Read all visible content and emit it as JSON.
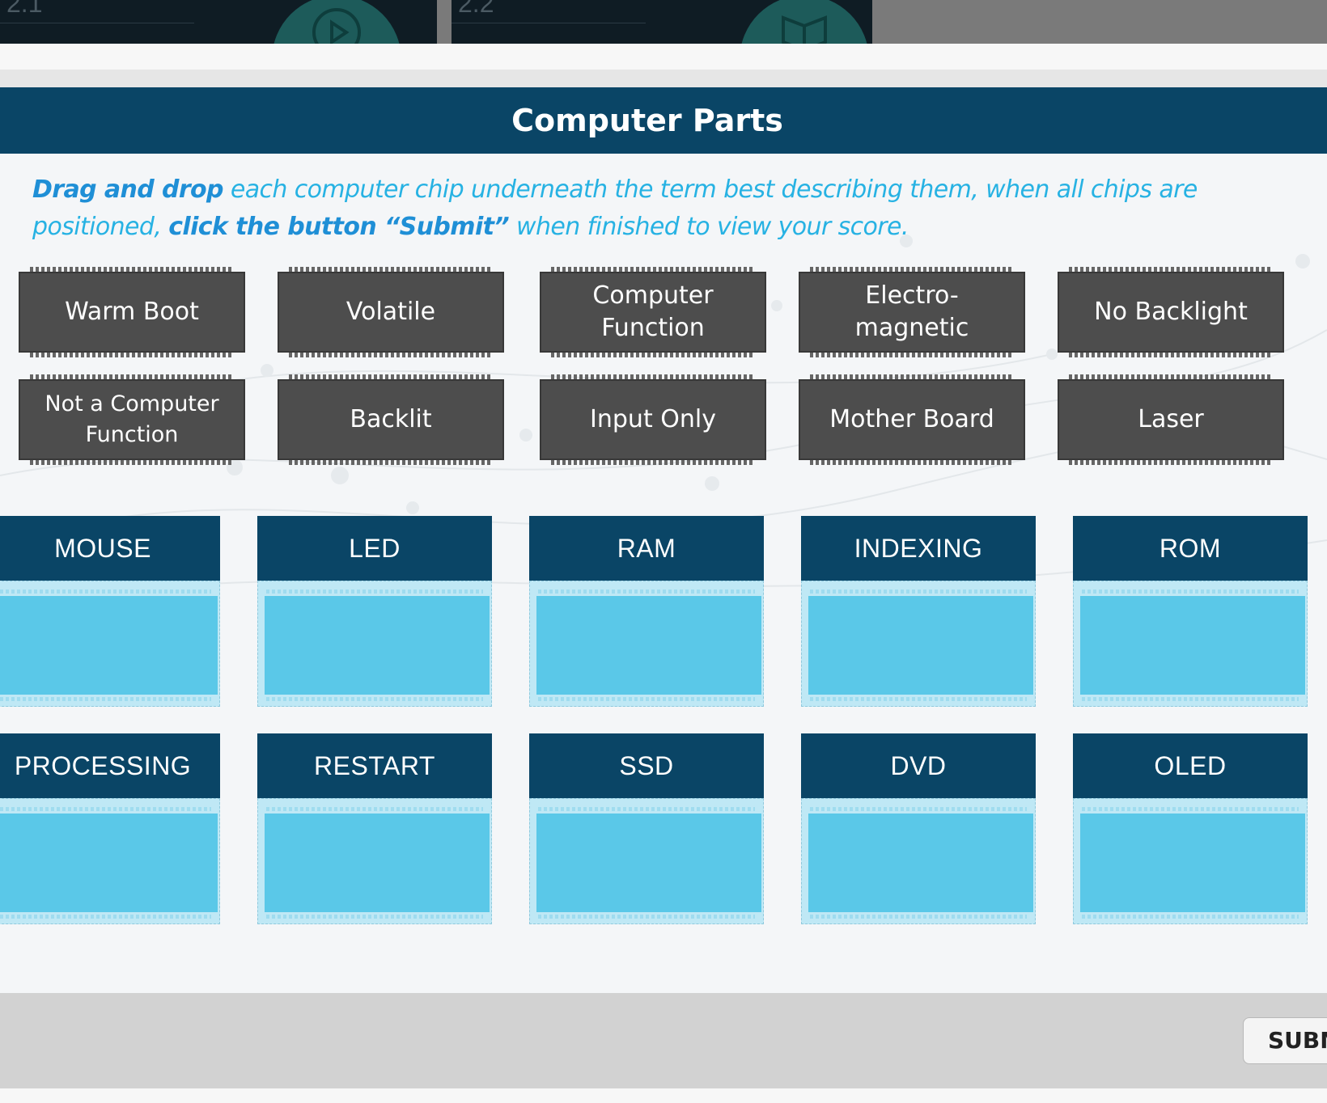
{
  "top_cards": [
    {
      "number": "2.1",
      "icon": "play-icon"
    },
    {
      "number": "2.2",
      "icon": "book-icon"
    }
  ],
  "activity": {
    "title": "Computer Parts",
    "instructions": {
      "part1": "Drag and drop",
      "part2": " each computer chip underneath the term best describing them,  when all chips are positioned, ",
      "part3": "click the button “Submit”",
      "part4": " when finished to view your score."
    }
  },
  "chips": [
    "Warm Boot",
    "Volatile",
    "Computer Function",
    "Electro-magnetic",
    "No Backlight",
    "Not a Computer Function",
    "Backlit",
    "Input Only",
    "Mother Board",
    "Laser"
  ],
  "targets": [
    "MOUSE",
    "LED",
    "RAM",
    "INDEXING",
    "ROM",
    "PROCESSING",
    "RESTART",
    "SSD",
    "DVD",
    "OLED"
  ],
  "footer": {
    "submit_label": "SUBM"
  },
  "colors": {
    "header": "#0a4566",
    "chip": "#4d4d4d",
    "drop": "#5ac8e8",
    "instruction": "#27b2e3"
  }
}
